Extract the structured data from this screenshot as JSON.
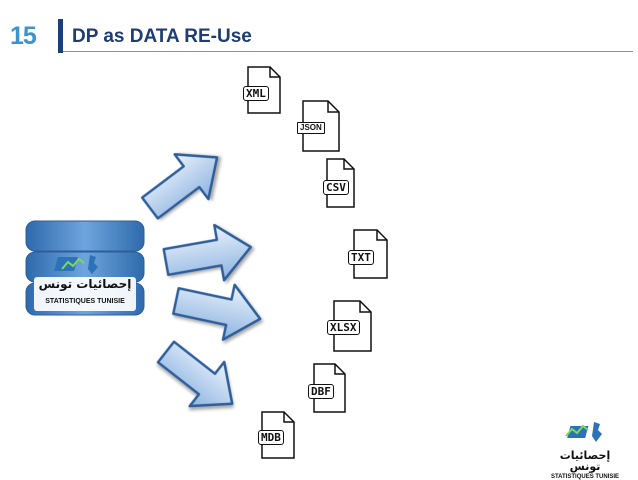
{
  "slide": {
    "number": "15",
    "title": "DP as DATA RE-Use"
  },
  "source_logo": {
    "arabic_text": "إحصائيات تونس",
    "latin_text": "STATISTIQUES TUNISIE"
  },
  "formats": [
    {
      "label": "XML"
    },
    {
      "label": "JSON"
    },
    {
      "label": "CSV"
    },
    {
      "label": "TXT"
    },
    {
      "label": "XLSX"
    },
    {
      "label": "DBF"
    },
    {
      "label": "MDB"
    }
  ],
  "corner_logo": {
    "arabic_text": "إحصائيات تونس",
    "latin_text": "STATISTIQUES TUNISIE"
  },
  "icons": {
    "arrow": "arrow-right-icon",
    "document": "document-icon",
    "database": "database-icon",
    "chart_map": "chart-map-icon"
  },
  "colors": {
    "accent": "#3b93cf",
    "title": "#1d3d74",
    "database_blue": "#4a86c8",
    "arrow_fill_light": "#e6f0fb",
    "arrow_fill_dark": "#8fb6e2",
    "arrow_stroke": "#2f5f9a"
  }
}
